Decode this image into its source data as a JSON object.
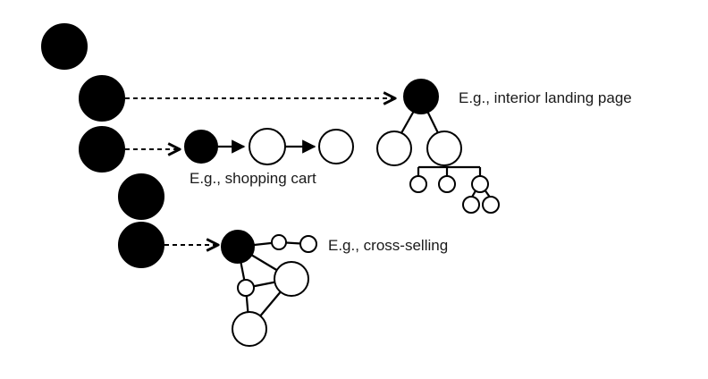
{
  "diagram": {
    "labels": {
      "interior_landing_page": "E.g., interior landing page",
      "shopping_cart": "E.g., shopping cart",
      "cross_selling": "E.g., cross-selling"
    },
    "colors": {
      "node_fill": "#000000",
      "open_fill": "#ffffff",
      "stroke": "#000000",
      "text": "#1a1a1a"
    }
  }
}
